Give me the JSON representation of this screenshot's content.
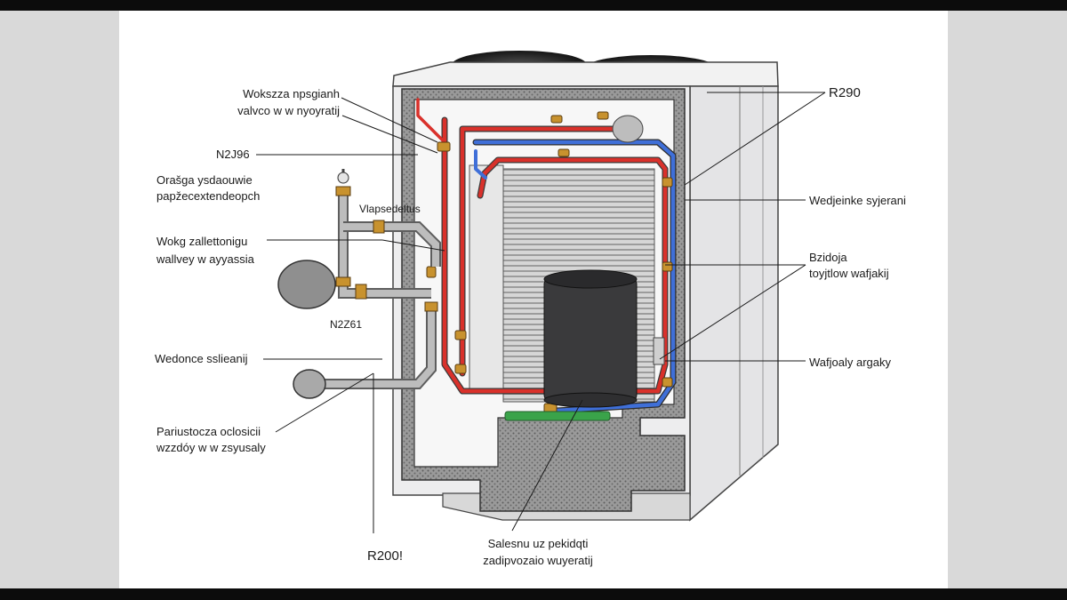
{
  "labels": {
    "l1a": "Wokszza npsgianh",
    "l1b": "valvco w w nyoyratij",
    "l2": "N2J96",
    "l3a": "Orašga ysdaouwie",
    "l3b": "papžecextendeopch",
    "l4a": "Wokg zallettonigu",
    "l4b": "wallvey w ayyassia",
    "l5": "Vlapsedeltus",
    "l6": "N2Z61",
    "l7": "Wedonce sslieanij",
    "l8a": "Pariustocza oclosicii",
    "l8b": "wzzdóy w w zsyusaly",
    "l9": "R200!",
    "l10a": "Salesnu uz pekidqti",
    "l10b": "zadipvozaio wuyeratij",
    "r1": "R290",
    "r2": "Wedjeinke syjerani",
    "r3a": "Bzidoja",
    "r3b": "toyjtlow wafjakij",
    "r4": "Wafjoaly argaky"
  },
  "colors": {
    "hot_pipe": "#d9312b",
    "cold_pipe": "#3f6fd8",
    "valve_brass": "#c8922e",
    "casing": "#e9e9ea",
    "insulation": "#8a8a8a",
    "compressor": "#3a3a3c",
    "green_element": "#3aa34a"
  }
}
